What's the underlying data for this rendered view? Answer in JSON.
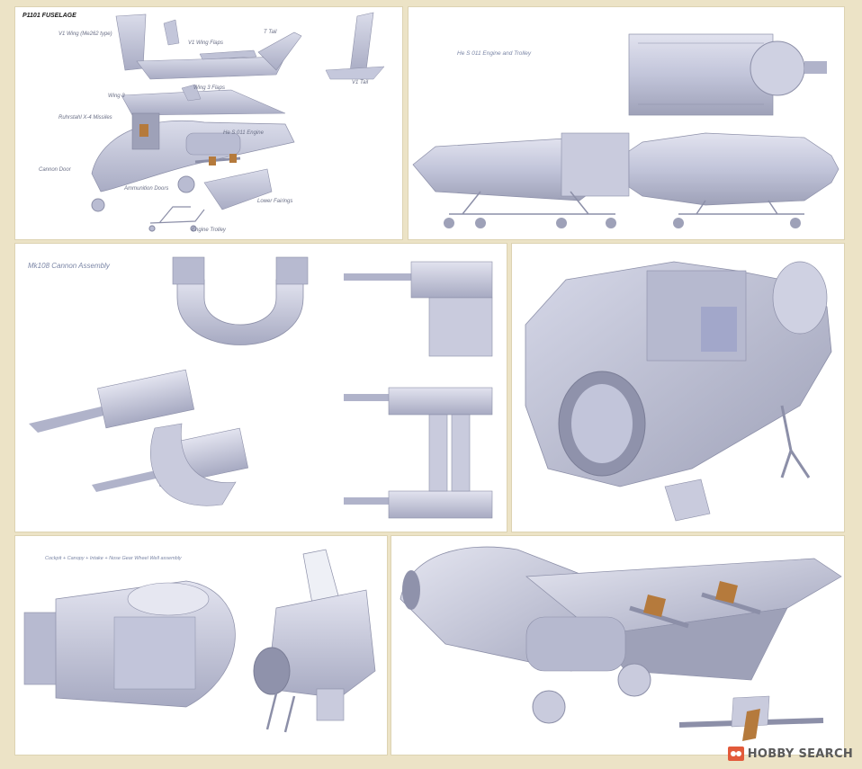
{
  "panels": {
    "fuselage": {
      "title": "P1101 FUSELAGE",
      "labels": {
        "v1_wing": "V1 Wing (Me262 type)",
        "v1_wing_flaps": "V1 Wing Flaps",
        "t_tail": "T Tail",
        "v1_tail": "V1 Tail",
        "wing3": "Wing 3",
        "wing3_flaps": "Wing 3 Flaps",
        "ruhrstahl": "Ruhrstahl X-4 Missiles",
        "engine": "He S 011 Engine",
        "cannon_door": "Cannon Door",
        "ammo_doors": "Ammunition Doors",
        "lower_fairings": "Lower Fairings",
        "engine_trolley": "Engine Trolley"
      }
    },
    "engine_trolley": {
      "title": "He S 011 Engine and Trolley"
    },
    "cannon": {
      "title": "Mk108 Cannon Assembly"
    },
    "cockpit": {
      "title": "Cockpit + Canopy + Intake + Nose Gear Wheel Well assembly"
    }
  },
  "watermark": {
    "text": "HOBBY SEARCH"
  },
  "colors": {
    "background": "#ece3c6",
    "model_grey": "#c9cbdd",
    "model_dark": "#9ea1b8",
    "label_text": "#6a6f86",
    "wood_accent": "#b57a3c"
  }
}
